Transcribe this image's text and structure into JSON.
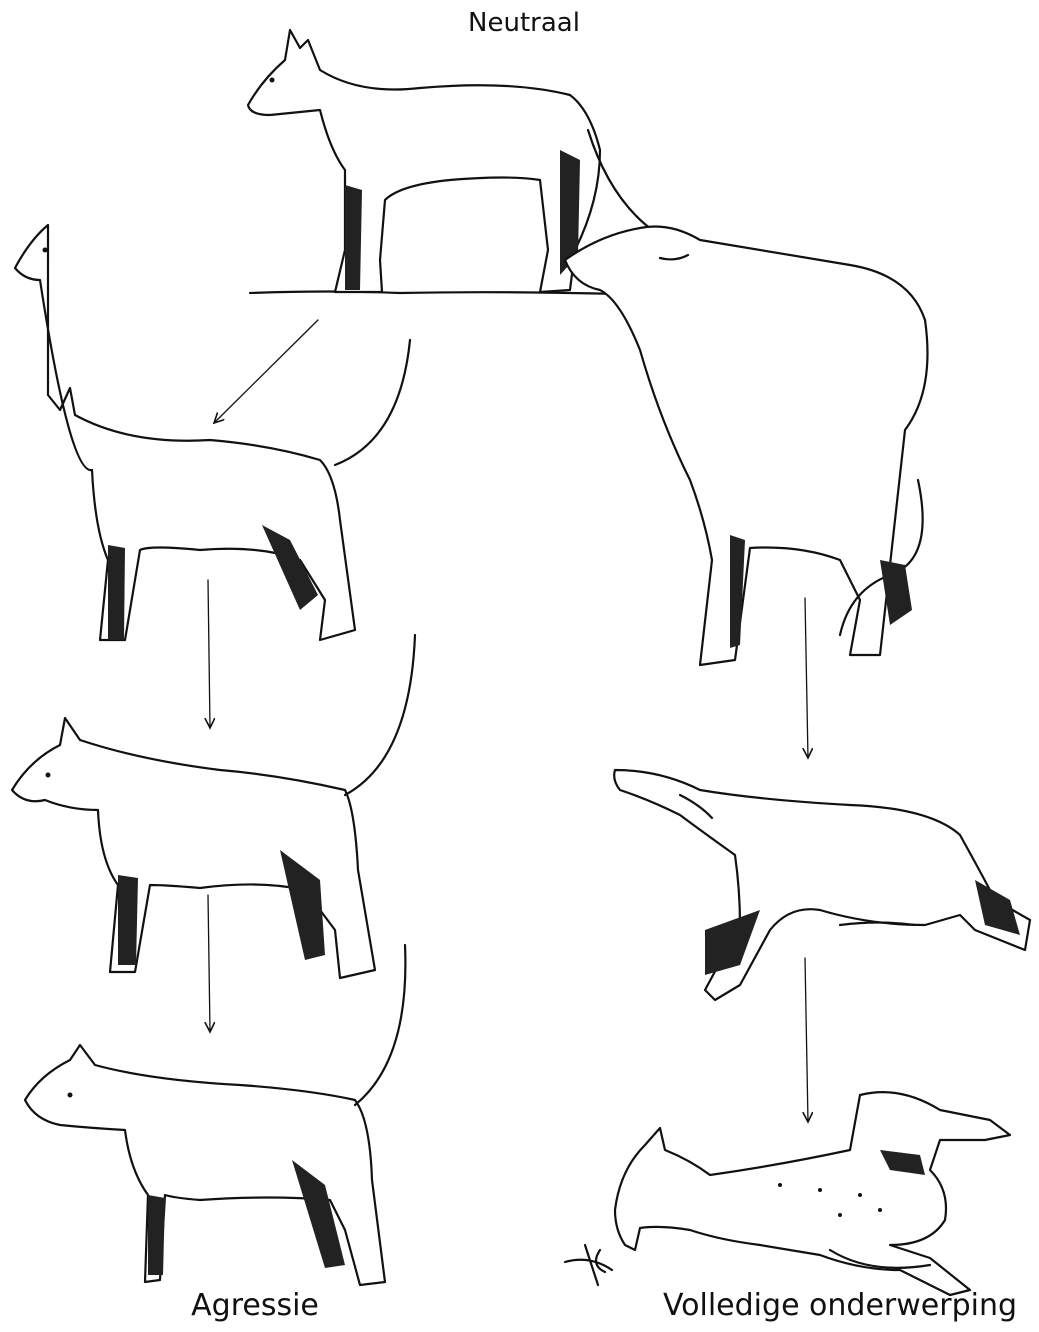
{
  "labels": {
    "top": "Neutraal",
    "left": "Agressie",
    "right": "Volledige onderwerping"
  },
  "colors": {
    "ink": "#111111",
    "background": "#ffffff"
  }
}
